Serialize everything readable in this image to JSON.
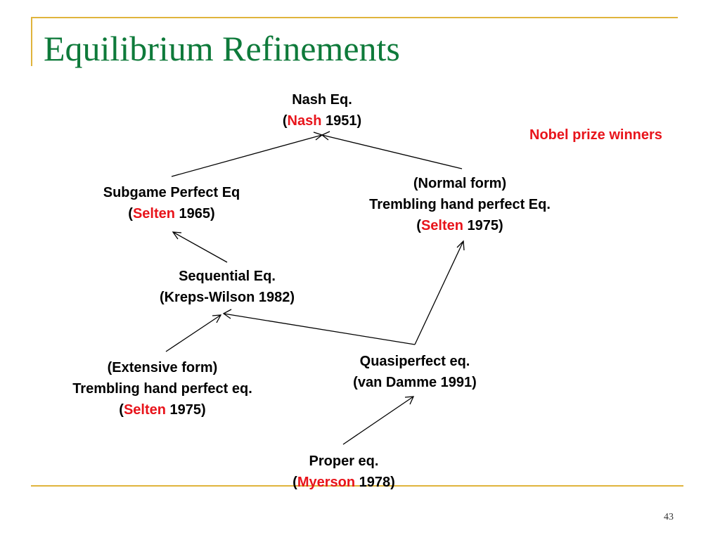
{
  "slide": {
    "title": "Equilibrium Refinements",
    "page_number": "43",
    "legend": "Nobel prize winners"
  },
  "nodes": {
    "nash": {
      "line1": "Nash Eq.",
      "open": "(",
      "author": "Nash",
      "year": "1951)"
    },
    "subgame": {
      "line1": "Subgame Perfect Eq",
      "open": "(",
      "author": "Selten",
      "year": "1965)"
    },
    "normal_thp": {
      "line1": "(Normal form)",
      "line2": "Trembling hand perfect Eq.",
      "open": "(",
      "author": "Selten",
      "year": "1975)"
    },
    "sequential": {
      "line1": "Sequential Eq.",
      "line2": "(Kreps-Wilson 1982)"
    },
    "extensive_thp": {
      "line1": "(Extensive form)",
      "line2": "Trembling hand perfect eq.",
      "open": "(",
      "author": "Selten",
      "year": "1975)"
    },
    "quasiperfect": {
      "line1": "Quasiperfect eq.",
      "line2": "(van Damme 1991)"
    },
    "proper": {
      "line1": "Proper eq.",
      "open": "(",
      "author": "Myerson",
      "year": "1978)"
    }
  },
  "colors": {
    "title": "#0e7a3a",
    "nobel": "#e8141b",
    "frame": "#e0b43c"
  }
}
